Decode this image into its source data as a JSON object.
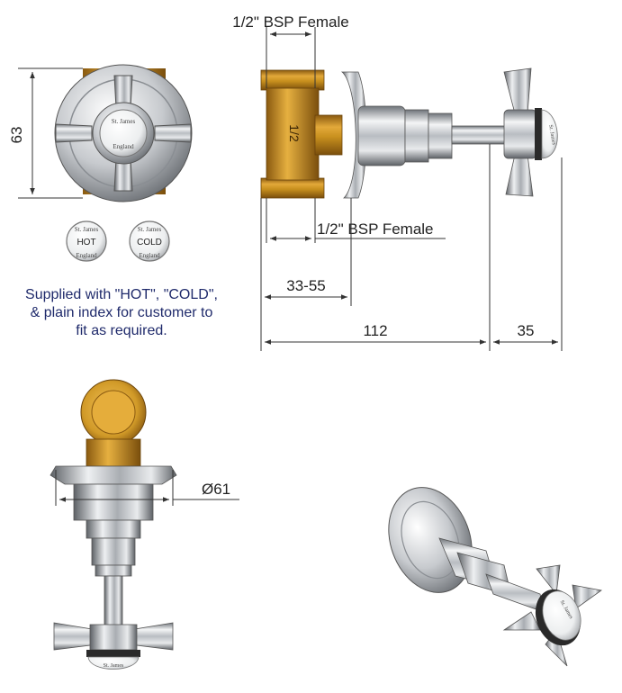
{
  "dimensions": {
    "height_front": "63",
    "thread_top": "1/2\" BSP Female",
    "thread_bottom": "1/2\" BSP Female",
    "body_mark": "1/2",
    "wall_range": "33-55",
    "overall_length": "112",
    "handle_length": "35",
    "flange_diameter": "Ø61"
  },
  "indices": {
    "hot": {
      "text": "HOT",
      "brand": "St. James",
      "origin": "England"
    },
    "cold": {
      "text": "COLD",
      "brand": "St. James",
      "origin": "England"
    },
    "front_cap": {
      "brand": "St. James",
      "origin": "England"
    },
    "iso_cap": {
      "brand": "St. James"
    },
    "side_cap": {
      "brand": "St. James"
    },
    "bottom_cap": {
      "brand": "St. James"
    }
  },
  "note": {
    "lines": [
      "Supplied with \"HOT\", \"COLD\",",
      "& plain index for customer to",
      "fit as required."
    ]
  },
  "colors": {
    "brass": "#c8901e",
    "chrome": "#c9ccd0",
    "note_text": "#1f2a6b"
  }
}
